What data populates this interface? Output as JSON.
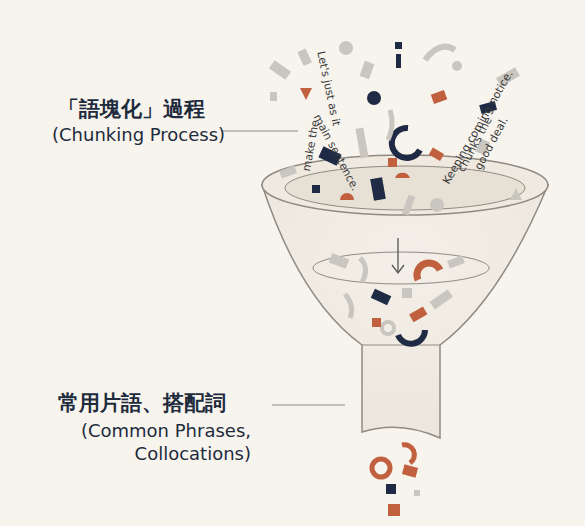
{
  "diagram": {
    "labels": [
      "「語塊化」過程",
      "(Chunking Process)",
      "常用片語、搭配詞",
      "(Common Phrases, Collocations)",
      "Let's just as it",
      "make the",
      "main sentence.",
      "Keeping coming notice.",
      "chunks the",
      "good deal."
    ]
  }
}
